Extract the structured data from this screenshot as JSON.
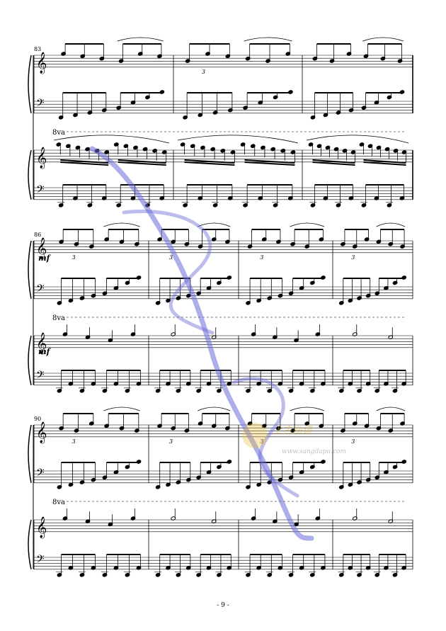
{
  "page": {
    "number": "- 9 -"
  },
  "systems": [
    {
      "first_measure": "83",
      "measures": 3,
      "dynamics": []
    },
    {
      "first_measure": "86",
      "measures": 4,
      "dynamics": [
        "mf",
        "mf"
      ]
    },
    {
      "first_measure": "90",
      "measures": 4,
      "dynamics": []
    }
  ],
  "markings": {
    "ottava": "8va",
    "triplet": "3"
  },
  "watermark": {
    "site": "www.sangdapu.com",
    "brand": "上古曲谱"
  },
  "colors": {
    "ink": "#000000",
    "watermark": "#6a6ad8"
  }
}
